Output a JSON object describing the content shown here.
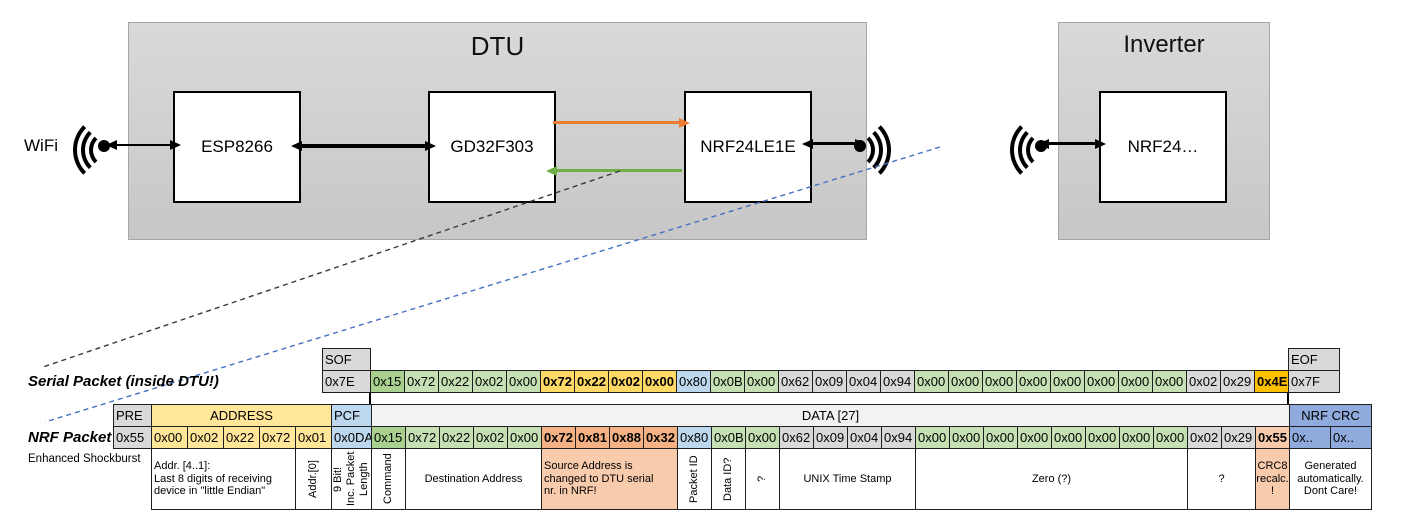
{
  "palette": {
    "gray": "#D9D9D9",
    "light_gray": "#F2F2F2",
    "green_dark": "#A9D08E",
    "green": "#C6E0B4",
    "gold": "#FFD966",
    "gold_dark": "#FFC000",
    "blue_light": "#BDD7EE",
    "blue": "#8FAADC",
    "yellow": "#FFE699",
    "salmon": "#F4B183",
    "salmon_light": "#F8CBAD",
    "white": "#FFFFFF",
    "arrow_black": "#000000",
    "arrow_orange": "#ED7D31",
    "arrow_green": "#70AD47",
    "dashed_black": "#3A3A3A",
    "dashed_blue": "#4472C4"
  },
  "diagram": {
    "wifi_label": "WiFi",
    "dtu": {
      "title": "DTU",
      "boxes": [
        "ESP8266",
        "GD32F303",
        "NRF24LE1E"
      ]
    },
    "inverter": {
      "title": "Inverter",
      "boxes": [
        "NRF24…"
      ]
    }
  },
  "serial_packet": {
    "label": "Serial Packet (inside DTU!)",
    "field_headers": [
      {
        "label": "SOF",
        "start": 0,
        "span": 1,
        "color": "gray"
      },
      {
        "label": "EOF",
        "start": 28,
        "span": 1,
        "color": "gray"
      }
    ],
    "bytes": [
      [
        "0x7E",
        "gray",
        0
      ],
      [
        "0x15",
        "green_dark",
        0
      ],
      [
        "0x72",
        "green",
        0
      ],
      [
        "0x22",
        "green",
        0
      ],
      [
        "0x02",
        "green",
        0
      ],
      [
        "0x00",
        "green",
        0
      ],
      [
        "0x72",
        "gold",
        1
      ],
      [
        "0x22",
        "gold",
        1
      ],
      [
        "0x02",
        "gold",
        1
      ],
      [
        "0x00",
        "gold",
        1
      ],
      [
        "0x80",
        "blue_light",
        0
      ],
      [
        "0x0B",
        "green",
        0
      ],
      [
        "0x00",
        "green",
        0
      ],
      [
        "0x62",
        "gray",
        0
      ],
      [
        "0x09",
        "gray",
        0
      ],
      [
        "0x04",
        "gray",
        0
      ],
      [
        "0x94",
        "gray",
        0
      ],
      [
        "0x00",
        "green",
        0
      ],
      [
        "0x00",
        "green",
        0
      ],
      [
        "0x00",
        "green",
        0
      ],
      [
        "0x00",
        "green",
        0
      ],
      [
        "0x00",
        "green",
        0
      ],
      [
        "0x00",
        "green",
        0
      ],
      [
        "0x00",
        "green",
        0
      ],
      [
        "0x00",
        "green",
        0
      ],
      [
        "0x02",
        "gray",
        0
      ],
      [
        "0x29",
        "gray",
        0
      ],
      [
        "0x4E",
        "gold_dark",
        1
      ],
      [
        "0x7F",
        "gray",
        0
      ]
    ]
  },
  "nrf_packet": {
    "label": "NRF Packet",
    "sublabel": "Enhanced Shockburst",
    "field_headers": [
      {
        "label": "PRE",
        "start": 0,
        "span": 1,
        "color": "gray"
      },
      {
        "label": "ADDRESS",
        "start": 1,
        "span": 5,
        "color": "yellow",
        "align": "center"
      },
      {
        "label": "PCF",
        "start": 6,
        "span": 1,
        "color": "blue_light"
      },
      {
        "label": "DATA [27]",
        "start": 7,
        "span": 27,
        "color": "light_gray",
        "align": "center"
      },
      {
        "label": "NRF CRC",
        "start": 34,
        "span": 2,
        "color": "blue",
        "align": "center"
      }
    ],
    "bytes": [
      [
        "0x55",
        "gray",
        0
      ],
      [
        "0x00",
        "yellow",
        0
      ],
      [
        "0x02",
        "yellow",
        0
      ],
      [
        "0x22",
        "yellow",
        0
      ],
      [
        "0x72",
        "yellow",
        0
      ],
      [
        "0x01",
        "yellow",
        0
      ],
      [
        "0x0DA",
        "blue_light",
        0
      ],
      [
        "0x15",
        "green_dark",
        0
      ],
      [
        "0x72",
        "green",
        0
      ],
      [
        "0x22",
        "green",
        0
      ],
      [
        "0x02",
        "green",
        0
      ],
      [
        "0x00",
        "green",
        0
      ],
      [
        "0x72",
        "salmon",
        1
      ],
      [
        "0x81",
        "salmon",
        1
      ],
      [
        "0x88",
        "salmon",
        1
      ],
      [
        "0x32",
        "salmon",
        1
      ],
      [
        "0x80",
        "blue_light",
        0
      ],
      [
        "0x0B",
        "green",
        0
      ],
      [
        "0x00",
        "green",
        0
      ],
      [
        "0x62",
        "gray",
        0
      ],
      [
        "0x09",
        "gray",
        0
      ],
      [
        "0x04",
        "gray",
        0
      ],
      [
        "0x94",
        "gray",
        0
      ],
      [
        "0x00",
        "green",
        0
      ],
      [
        "0x00",
        "green",
        0
      ],
      [
        "0x00",
        "green",
        0
      ],
      [
        "0x00",
        "green",
        0
      ],
      [
        "0x00",
        "green",
        0
      ],
      [
        "0x00",
        "green",
        0
      ],
      [
        "0x00",
        "green",
        0
      ],
      [
        "0x00",
        "green",
        0
      ],
      [
        "0x02",
        "gray",
        0
      ],
      [
        "0x29",
        "gray",
        0
      ],
      [
        "0x55",
        "salmon_light",
        1
      ],
      [
        "0x..",
        "blue",
        0
      ],
      [
        "0x..",
        "blue",
        0
      ]
    ],
    "annotations": [
      {
        "start": 1,
        "span": 4,
        "align": "left",
        "text": "Addr. [4..1]:\nLast 8 digits of receiving\ndevice in \"little Endian\""
      },
      {
        "start": 5,
        "span": 1,
        "vertical": true,
        "text": "Addr.[0]"
      },
      {
        "start": 6,
        "span": 1,
        "vertical": true,
        "text": "9 Bit!\nInc. Packet\nLength"
      },
      {
        "start": 7,
        "span": 1,
        "vertical": true,
        "text": "Command"
      },
      {
        "start": 8,
        "span": 4,
        "text": "Destination Address"
      },
      {
        "start": 12,
        "span": 4,
        "align": "left",
        "color": "salmon_light",
        "text": "Source Address is\nchanged to DTU serial\nnr. in NRF!"
      },
      {
        "start": 16,
        "span": 1,
        "vertical": true,
        "text": "Packet ID"
      },
      {
        "start": 17,
        "span": 1,
        "vertical": true,
        "text": "Data ID?"
      },
      {
        "start": 18,
        "span": 1,
        "vertical": true,
        "text": "?"
      },
      {
        "start": 19,
        "span": 4,
        "text": "UNIX Time Stamp"
      },
      {
        "start": 23,
        "span": 8,
        "text": "Zero (?)"
      },
      {
        "start": 31,
        "span": 2,
        "text": "?"
      },
      {
        "start": 33,
        "span": 1,
        "color": "salmon_light",
        "text": "CRC8\nrecalc.\n!"
      },
      {
        "start": 34,
        "span": 2,
        "text": "Generated\nautomatically.\nDont Care!"
      }
    ]
  }
}
